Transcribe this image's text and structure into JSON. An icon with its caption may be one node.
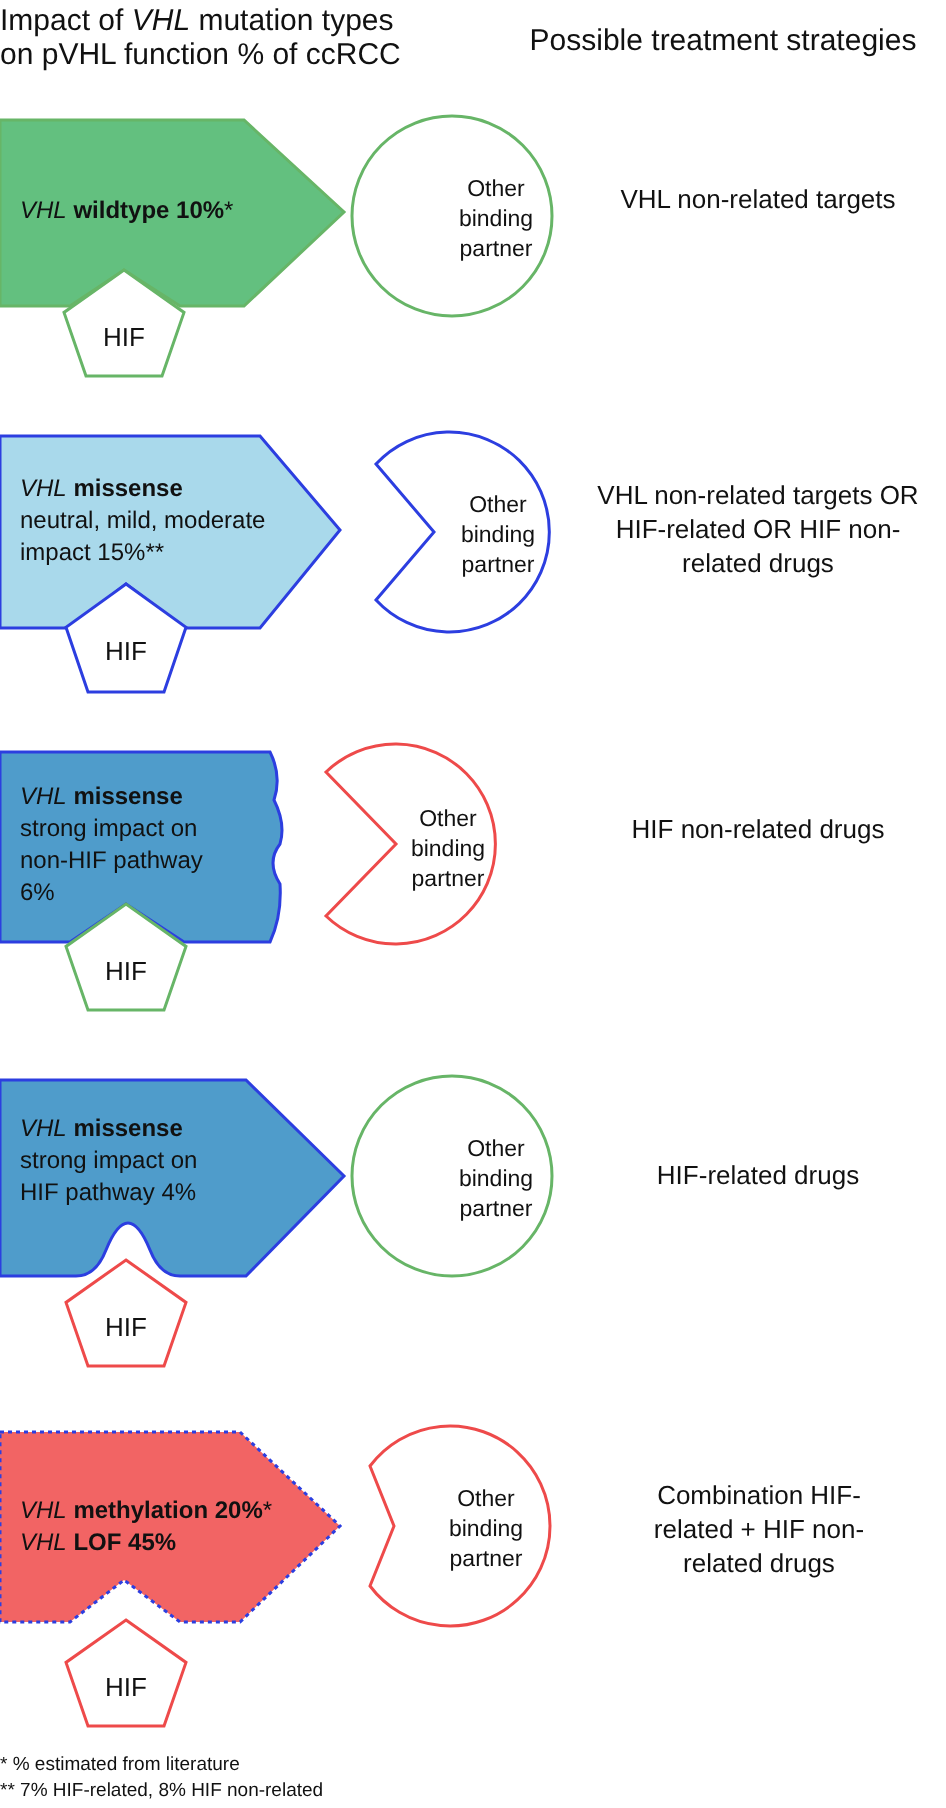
{
  "diagram": {
    "nodes": [
      {
        "text": [
          "*VHL* **wildtype 10%***"
        ]
      },
      {
        "text": [
          "Other binding partner"
        ]
      },
      {
        "text": [
          "HIF"
        ]
      },
      {
        "text": [
          "*VHL* **missense**",
          "neutral, mild, moderate impact 15%**"
        ]
      },
      {
        "text": [
          "Other binding partner"
        ]
      },
      {
        "text": [
          "HIF"
        ]
      },
      {
        "text": [
          "*VHL* **missense**",
          "strong impact on non-HIF pathway 6%"
        ]
      },
      {
        "text": [
          "Other binding partner"
        ]
      },
      {
        "text": [
          "HIF"
        ]
      },
      {
        "text": [
          "*VHL* **missense**",
          "strong impact on HIF pathway 4%"
        ]
      },
      {
        "text": [
          "Other binding partner"
        ]
      },
      {
        "text": [
          "HIF"
        ]
      },
      {
        "text": [
          "*VHL* **methylation 20%***",
          "*VHL* **LOF 45%**"
        ]
      },
      {
        "text": [
          "Other binding partner"
        ]
      },
      {
        "text": [
          "HIF"
        ]
      }
    ],
    "labels": [
      "Impact of *VHL* mutation types on pVHL function % of ccRCC",
      "Possible treatment strategies",
      "VHL non-related targets",
      "VHL non-related targets OR HIF-related OR HIF non-related drugs",
      "HIF non-related drugs",
      "HIF-related drugs",
      "Combination HIF-related + HIF non-related drugs",
      "* % estimated from literature",
      "** 7% HIF-related, 8% HIF non-related"
    ]
  }
}
